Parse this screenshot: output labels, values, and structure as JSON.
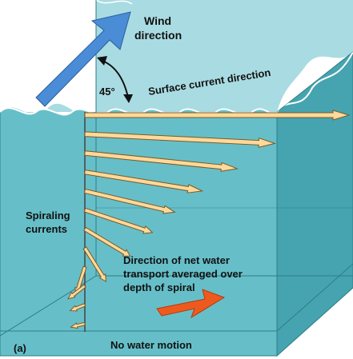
{
  "labels": {
    "wind": [
      "Wind",
      "direction"
    ],
    "angle": "45°",
    "surface_current": "Surface current direction",
    "spiraling": [
      "Spiraling",
      "currents"
    ],
    "net_transport": [
      "Direction of net water",
      "transport averaged over",
      "depth of spiral"
    ],
    "no_motion": "No water motion",
    "panel": "(a)"
  },
  "colors": {
    "water_front": "#66BFC8",
    "water_side": "#45A4AF",
    "water_top": "#A9DBE2",
    "arrow_fill": "#FFD99A",
    "arrow_stroke": "#7A5A28",
    "wind_arrow": "#4A8DD6",
    "net_arrow": "#EE5A1E",
    "edge_line": "#2E7D88"
  },
  "spiral_arrows": [
    {
      "angle_deg": 45,
      "relative_speed": 1.0
    },
    {
      "angle_deg": 55,
      "relative_speed": 0.72
    },
    {
      "angle_deg": 65,
      "relative_speed": 0.58
    },
    {
      "angle_deg": 75,
      "relative_speed": 0.45
    },
    {
      "angle_deg": 85,
      "relative_speed": 0.35
    },
    {
      "angle_deg": 95,
      "relative_speed": 0.27
    },
    {
      "angle_deg": 110,
      "relative_speed": 0.2
    },
    {
      "angle_deg": 125,
      "relative_speed": 0.15
    },
    {
      "angle_deg": 140,
      "relative_speed": 0.11
    },
    {
      "angle_deg": 155,
      "relative_speed": 0.08
    },
    {
      "angle_deg": 170,
      "relative_speed": 0.06
    },
    {
      "angle_deg": 185,
      "relative_speed": 0.04
    }
  ]
}
